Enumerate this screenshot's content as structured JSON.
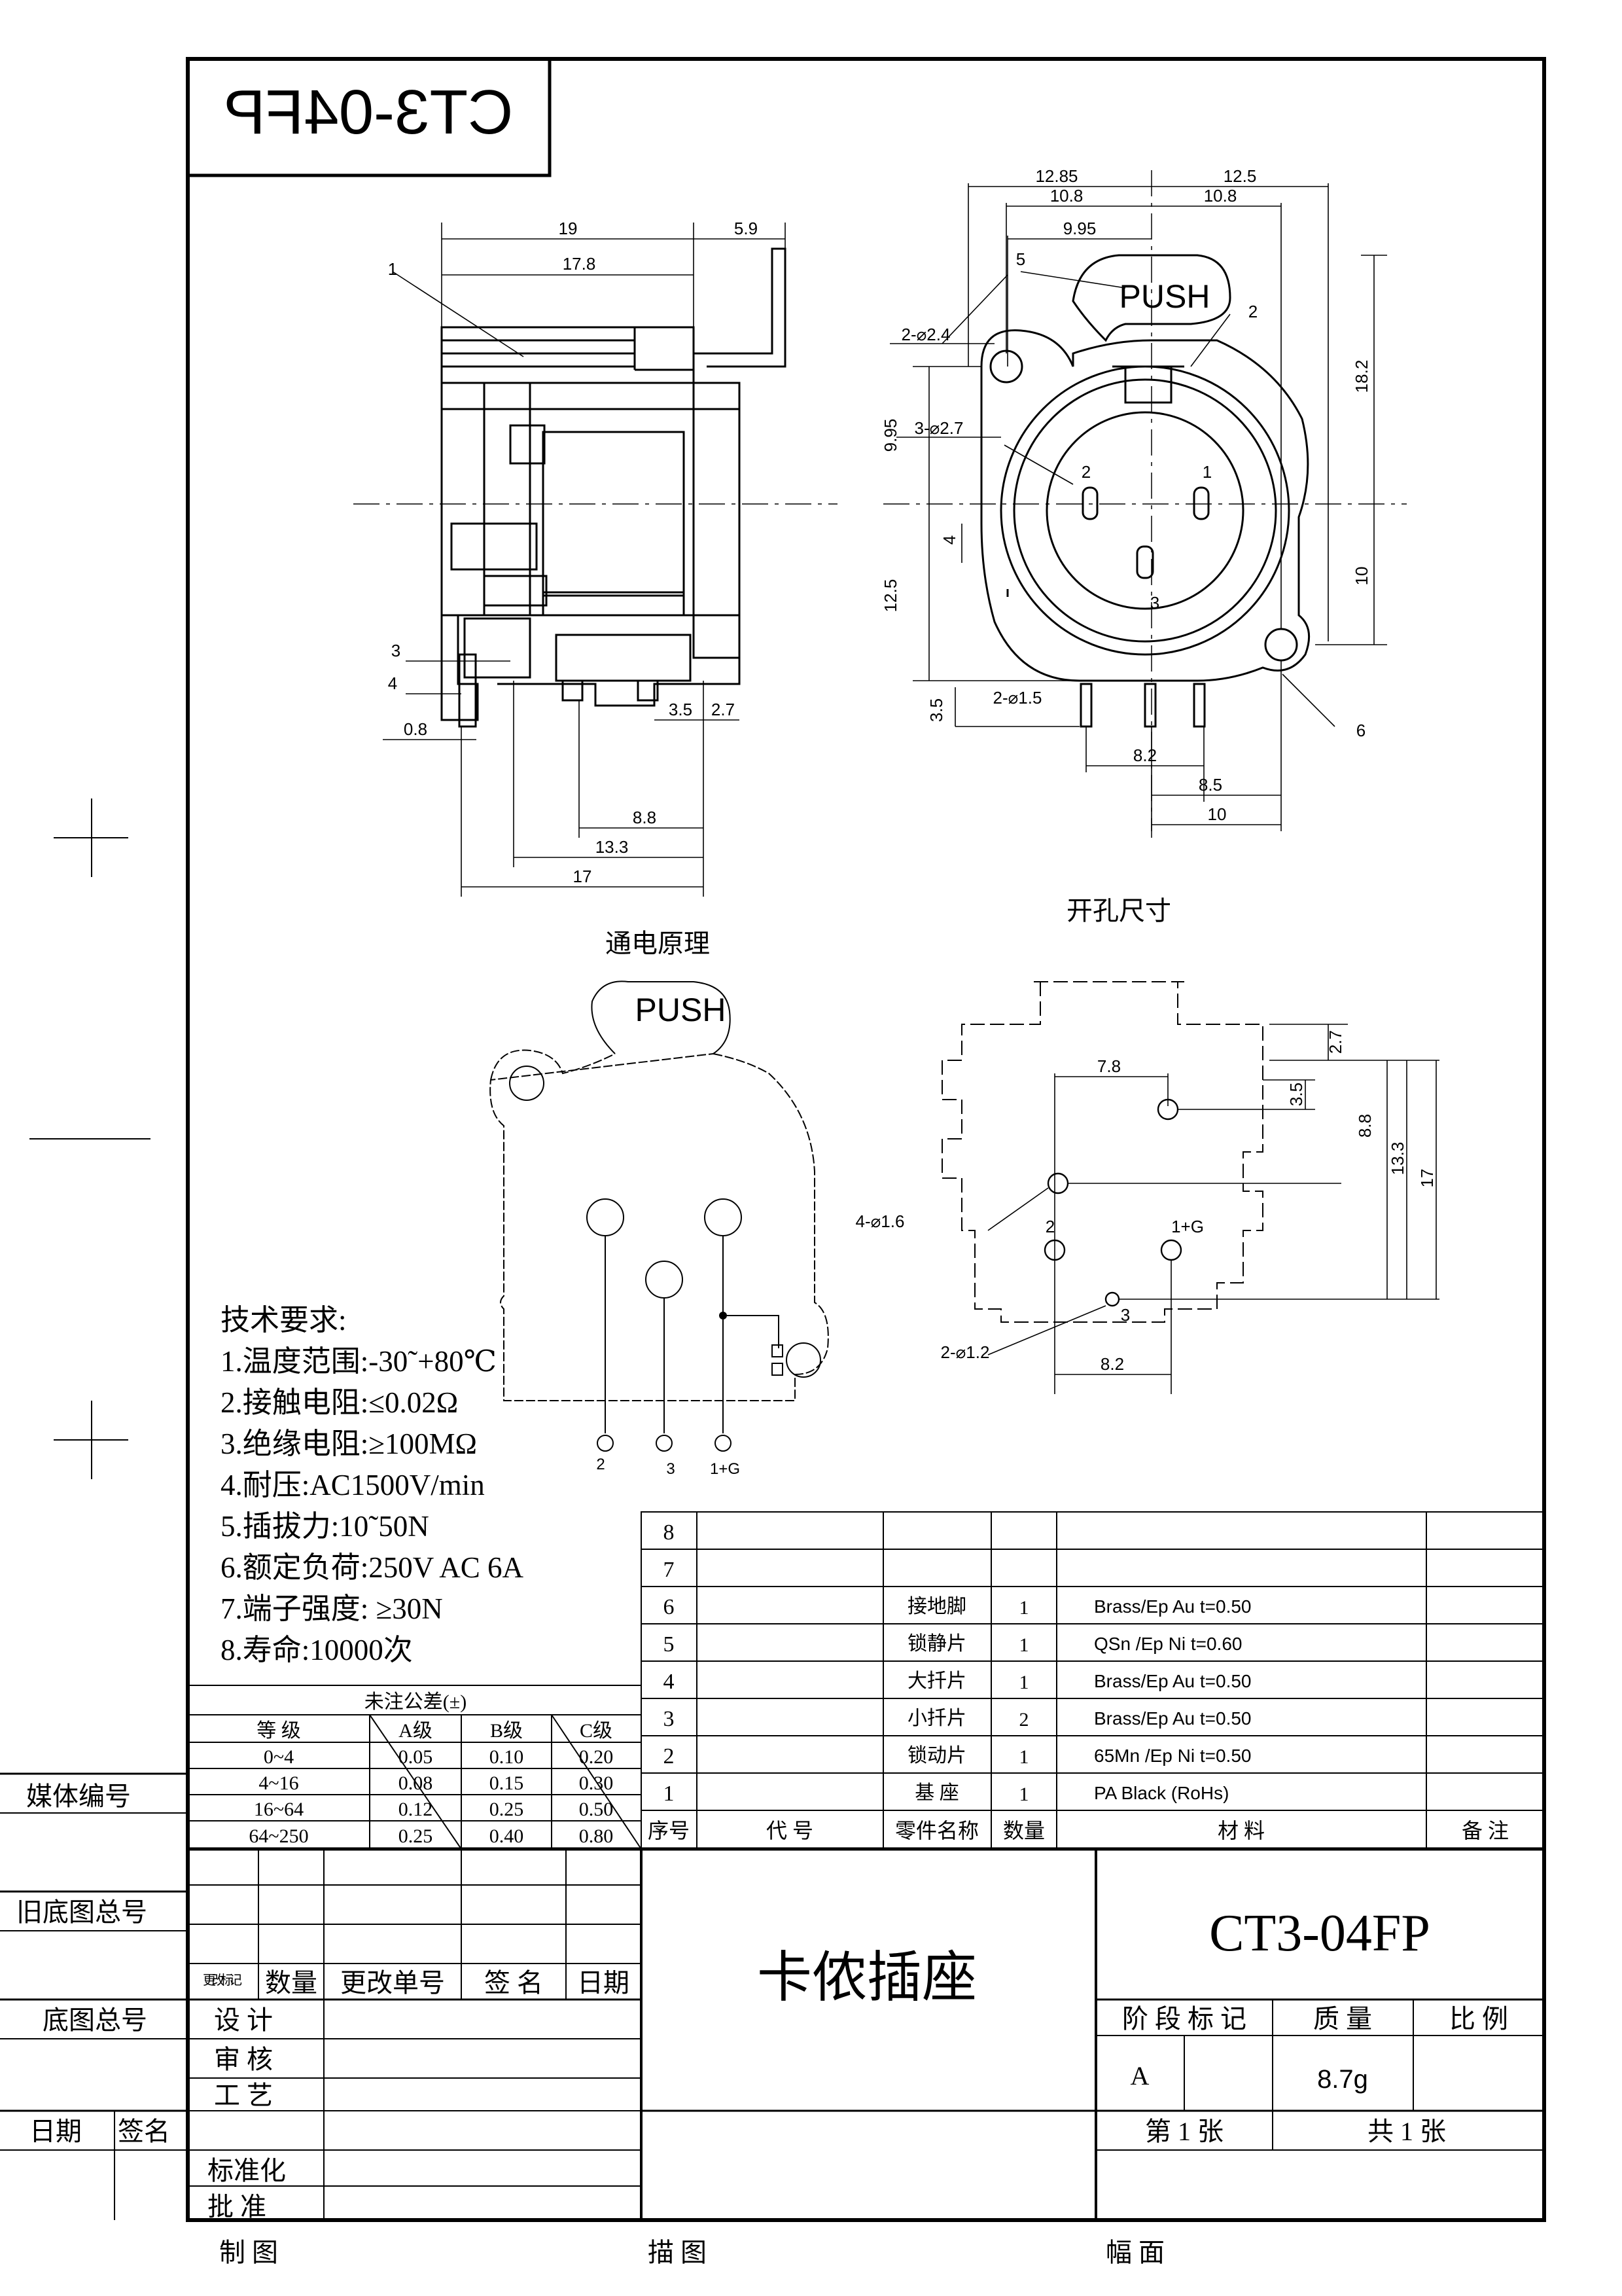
{
  "part_number": "CT3-04FP",
  "mirror_title": "CT3-04FP",
  "push_label": "PUSH",
  "views": {
    "side": {
      "dims": {
        "d19": "19",
        "d5_9": "5.9",
        "d17_8": "17.8",
        "d0_8": "0.8",
        "d3_5": "3.5",
        "d2_7": "2.7",
        "d8_8": "8.8",
        "d13_3": "13.3",
        "d17": "17"
      },
      "callouts": {
        "c1": "1",
        "c3": "3",
        "c4": "4"
      }
    },
    "front": {
      "dims": {
        "d12_85": "12.85",
        "d12_5": "12.5",
        "d10_8a": "10.8",
        "d10_8b": "10.8",
        "d9_95": "9.95",
        "hole_a": "2-⌀2.4",
        "hole_b": "3-⌀2.7",
        "d9_95v": "9.95",
        "d4": "4",
        "d12_5v": "12.5",
        "d3_5": "3.5",
        "hole_c": "2-⌀1.5",
        "d18_2": "18.2",
        "d10v": "10",
        "d8_2": "8.2",
        "d8_5": "8.5",
        "d10h": "10"
      },
      "callouts": {
        "c5": "5",
        "c2": "2",
        "c6": "6"
      },
      "pins": {
        "p1": "1",
        "p2": "2",
        "p3": "3"
      }
    },
    "circuit": {
      "title": "通电原理",
      "pins": {
        "p2": "2",
        "p3": "3",
        "p1g": "1+G"
      }
    },
    "cutout": {
      "title": "开孔尺寸",
      "dims": {
        "d7_8": "7.8",
        "d2_7": "2.7",
        "d3_5": "3.5",
        "d8_8": "8.8",
        "d13_3": "13.3",
        "d17": "17",
        "d8_2": "8.2",
        "hole_a": "4-⌀1.6",
        "hole_b": "2-⌀1.2"
      },
      "pins": {
        "p2": "2",
        "p1g": "1+G",
        "p3": "3"
      }
    }
  },
  "tech_requirements": {
    "title": "技术要求:",
    "items": [
      "1.温度范围:-30˜+80℃",
      "2.接触电阻:≤0.02Ω",
      "3.绝缘电阻:≥100MΩ",
      "4.耐压:AC1500V/min",
      "5.插拔力:10˜50N",
      "6.额定负荷:250V AC 6A",
      "7.端子强度: ≥30N",
      "8.寿命:10000次"
    ]
  },
  "tolerance": {
    "title": "未注公差(±)",
    "headers": [
      "等 级",
      "A级",
      "B级",
      "C级"
    ],
    "rows": [
      [
        "0~4",
        "0.05",
        "0.10",
        "0.20"
      ],
      [
        "4~16",
        "0.08",
        "0.15",
        "0.30"
      ],
      [
        "16~64",
        "0.12",
        "0.25",
        "0.50"
      ],
      [
        "64~250",
        "0.25",
        "0.40",
        "0.80"
      ]
    ]
  },
  "bom": {
    "headers": {
      "no": "序号",
      "code": "代      号",
      "name": "零件名称",
      "qty": "数量",
      "material": "材            料",
      "remark": "备  注"
    },
    "rows": [
      {
        "no": "8",
        "name": "",
        "qty": "",
        "material": ""
      },
      {
        "no": "7",
        "name": "",
        "qty": "",
        "material": ""
      },
      {
        "no": "6",
        "name": "接地脚",
        "qty": "1",
        "material": "Brass/Ep  Au  t=0.50"
      },
      {
        "no": "5",
        "name": "锁静片",
        "qty": "1",
        "material": "QSn /Ep  Ni  t=0.60"
      },
      {
        "no": "4",
        "name": "大扦片",
        "qty": "1",
        "material": "Brass/Ep  Au  t=0.50"
      },
      {
        "no": "3",
        "name": "小扦片",
        "qty": "2",
        "material": "Brass/Ep  Au  t=0.50"
      },
      {
        "no": "2",
        "name": "锁动片",
        "qty": "1",
        "material": "65Mn /Ep  Ni  t=0.50"
      },
      {
        "no": "1",
        "name": "基  座",
        "qty": "1",
        "material": "PA   Black  (RoHs)"
      }
    ]
  },
  "title_block": {
    "product_name": "卡侬插座",
    "drawing_no": "CT3-04FP",
    "stage_label": "阶 段 标 记",
    "mass_label": "质  量",
    "scale_label": "比 例",
    "stage_value": "A",
    "mass_value": "8.7g",
    "sheet_label": "第  1  张",
    "total_label": "共        1       张",
    "change_headers": {
      "mark": "更改标记",
      "qty": "数量",
      "order": "更改单号",
      "sign": "签  名",
      "date": "日期"
    },
    "roles": [
      "设    计",
      "审    核",
      "工    艺"
    ],
    "std": "标准化",
    "approve": "批    准"
  },
  "margin": {
    "media_no": "媒体编号",
    "old_base_no": "旧底图总号",
    "base_no": "底图总号",
    "date": "日期",
    "sign": "签名"
  },
  "footer": {
    "drawn": "制  图",
    "traced": "描  图",
    "format": "幅  面"
  }
}
